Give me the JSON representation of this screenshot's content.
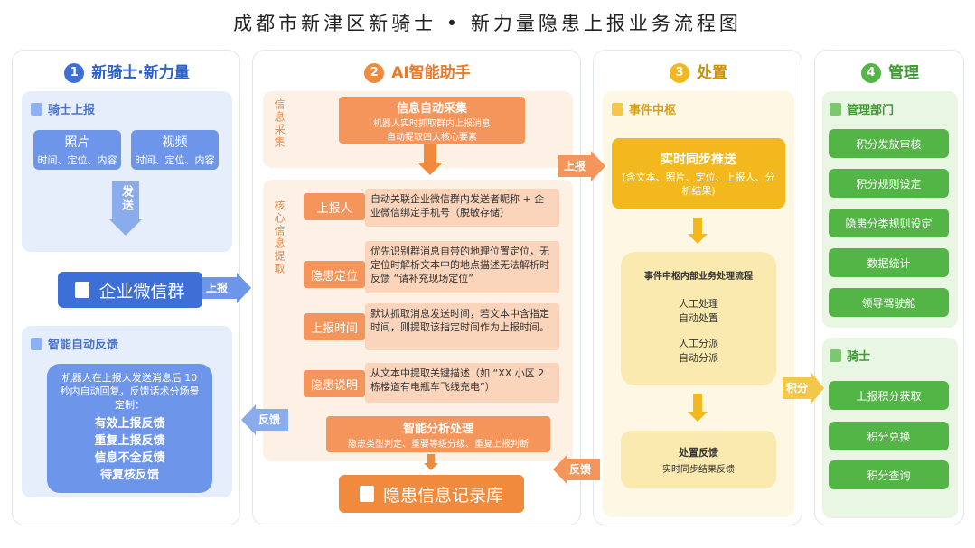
{
  "title": "成都市新津区新骑士 • 新力量隐患上报业务流程图",
  "colors": {
    "blue": "#3d6fd6",
    "orange": "#f08a3c",
    "yellow": "#f2b81d",
    "green": "#52b545"
  },
  "col1": {
    "num": "1",
    "header": "新骑士·新力量",
    "report_title": "骑士上报",
    "photo": {
      "label": "照片",
      "sub": "时间、定位、内容"
    },
    "video": {
      "label": "视频",
      "sub": "时间、定位、内容"
    },
    "send": "发送",
    "wechat": "企业微信群",
    "feedback_title": "智能自动反馈",
    "feedback_desc": "机器人在上报人发送消息后 10 秒内自动回复，反馈话术分场景定制：",
    "feedback_items": [
      "有效上报反馈",
      "重复上报反馈",
      "信息不全反馈",
      "待复核反馈"
    ]
  },
  "col2": {
    "num": "2",
    "header": "AI智能助手",
    "collect_side": "信息采集",
    "collect_title": "信息自动采集",
    "collect_desc1": "机器人实时抓取群内上报消息",
    "collect_desc2": "自动提取四大核心要素",
    "core_side": "核心信息提取",
    "rows": [
      {
        "label": "上报人",
        "text": "自动关联企业微信群内发送者昵称 + 企业微信绑定手机号（脱敏存储）"
      },
      {
        "label": "隐患定位",
        "text": "优先识别群消息自带的地理位置定位，无定位时解析文本中的地点描述无法解析时反馈 “请补充现场定位”"
      },
      {
        "label": "上报时间",
        "text": "默认抓取消息发送时间，若文本中含指定时间，则提取该指定时间作为上报时间。"
      },
      {
        "label": "隐患说明",
        "text": "从文本中提取关键描述（如 “XX 小区 2 栋楼道有电瓶车飞线充电”）"
      }
    ],
    "analysis_title": "智能分析处理",
    "analysis_desc": "隐患类型判定、重要等级分级、重复上报判断",
    "db": "隐患信息记录库"
  },
  "col3": {
    "num": "3",
    "header": "处置",
    "center_title": "事件中枢",
    "sync_title": "实时同步推送",
    "sync_desc": "(含文本、照片、定位、上报人、分析结果)",
    "flow_title": "事件中枢内部业务处理流程",
    "flow_items": [
      "人工处理",
      "自动处置",
      "人工分派",
      "自动分派"
    ],
    "fb_title": "处置反馈",
    "fb_desc": "实时同步结果反馈"
  },
  "col4": {
    "num": "4",
    "header": "管理",
    "mgmt_title": "管理部门",
    "mgmt_items": [
      "积分发放审核",
      "积分规则设定",
      "隐患分类规则设定",
      "数据统计",
      "领导驾驶舱"
    ],
    "knight_title": "骑士",
    "knight_items": [
      "上报积分获取",
      "积分兑换",
      "积分查询"
    ]
  },
  "arrows": {
    "report1": "上报",
    "report2": "上报",
    "feedback1": "反馈",
    "feedback2": "反馈",
    "points": "积分"
  }
}
